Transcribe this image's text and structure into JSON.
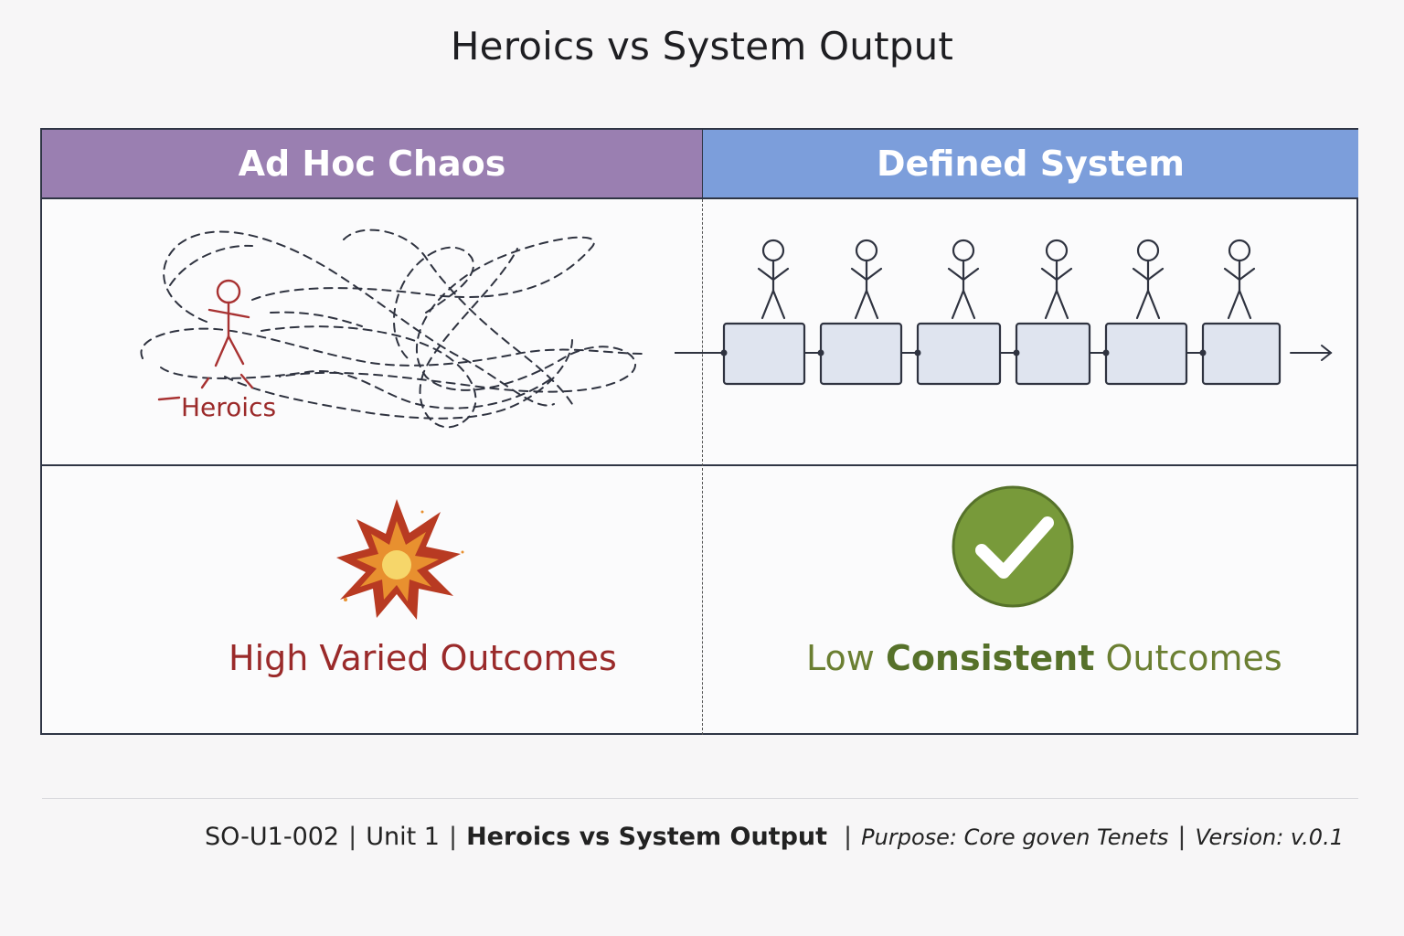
{
  "title": "Heroics vs System Output",
  "left": {
    "header": "Ad Hoc Chaos",
    "figure_label": "Heroics",
    "outcome": "High Varied Outcomes",
    "colors": {
      "header": "#9a7fb1",
      "outcome": "#9a2a2a",
      "burst": "#b83a22"
    }
  },
  "right": {
    "header": "Defined System",
    "outcome_prefix": "Low",
    "outcome_emphasis": "Consistent",
    "outcome_suffix": "Outcomes",
    "colors": {
      "header": "#7c9edb",
      "outcome": "#6b7f32",
      "check": "#789a3a"
    }
  },
  "footer": {
    "code": "SO-U1-002",
    "unit": "Unit 1",
    "title": "Heroics vs System Output",
    "purpose": "Purpose: Core goven Tenets",
    "version": "Version: v.0.1"
  },
  "icons": [
    "stick-figure-icon",
    "burst-icon",
    "checkmark-icon",
    "arrow-right-icon"
  ]
}
